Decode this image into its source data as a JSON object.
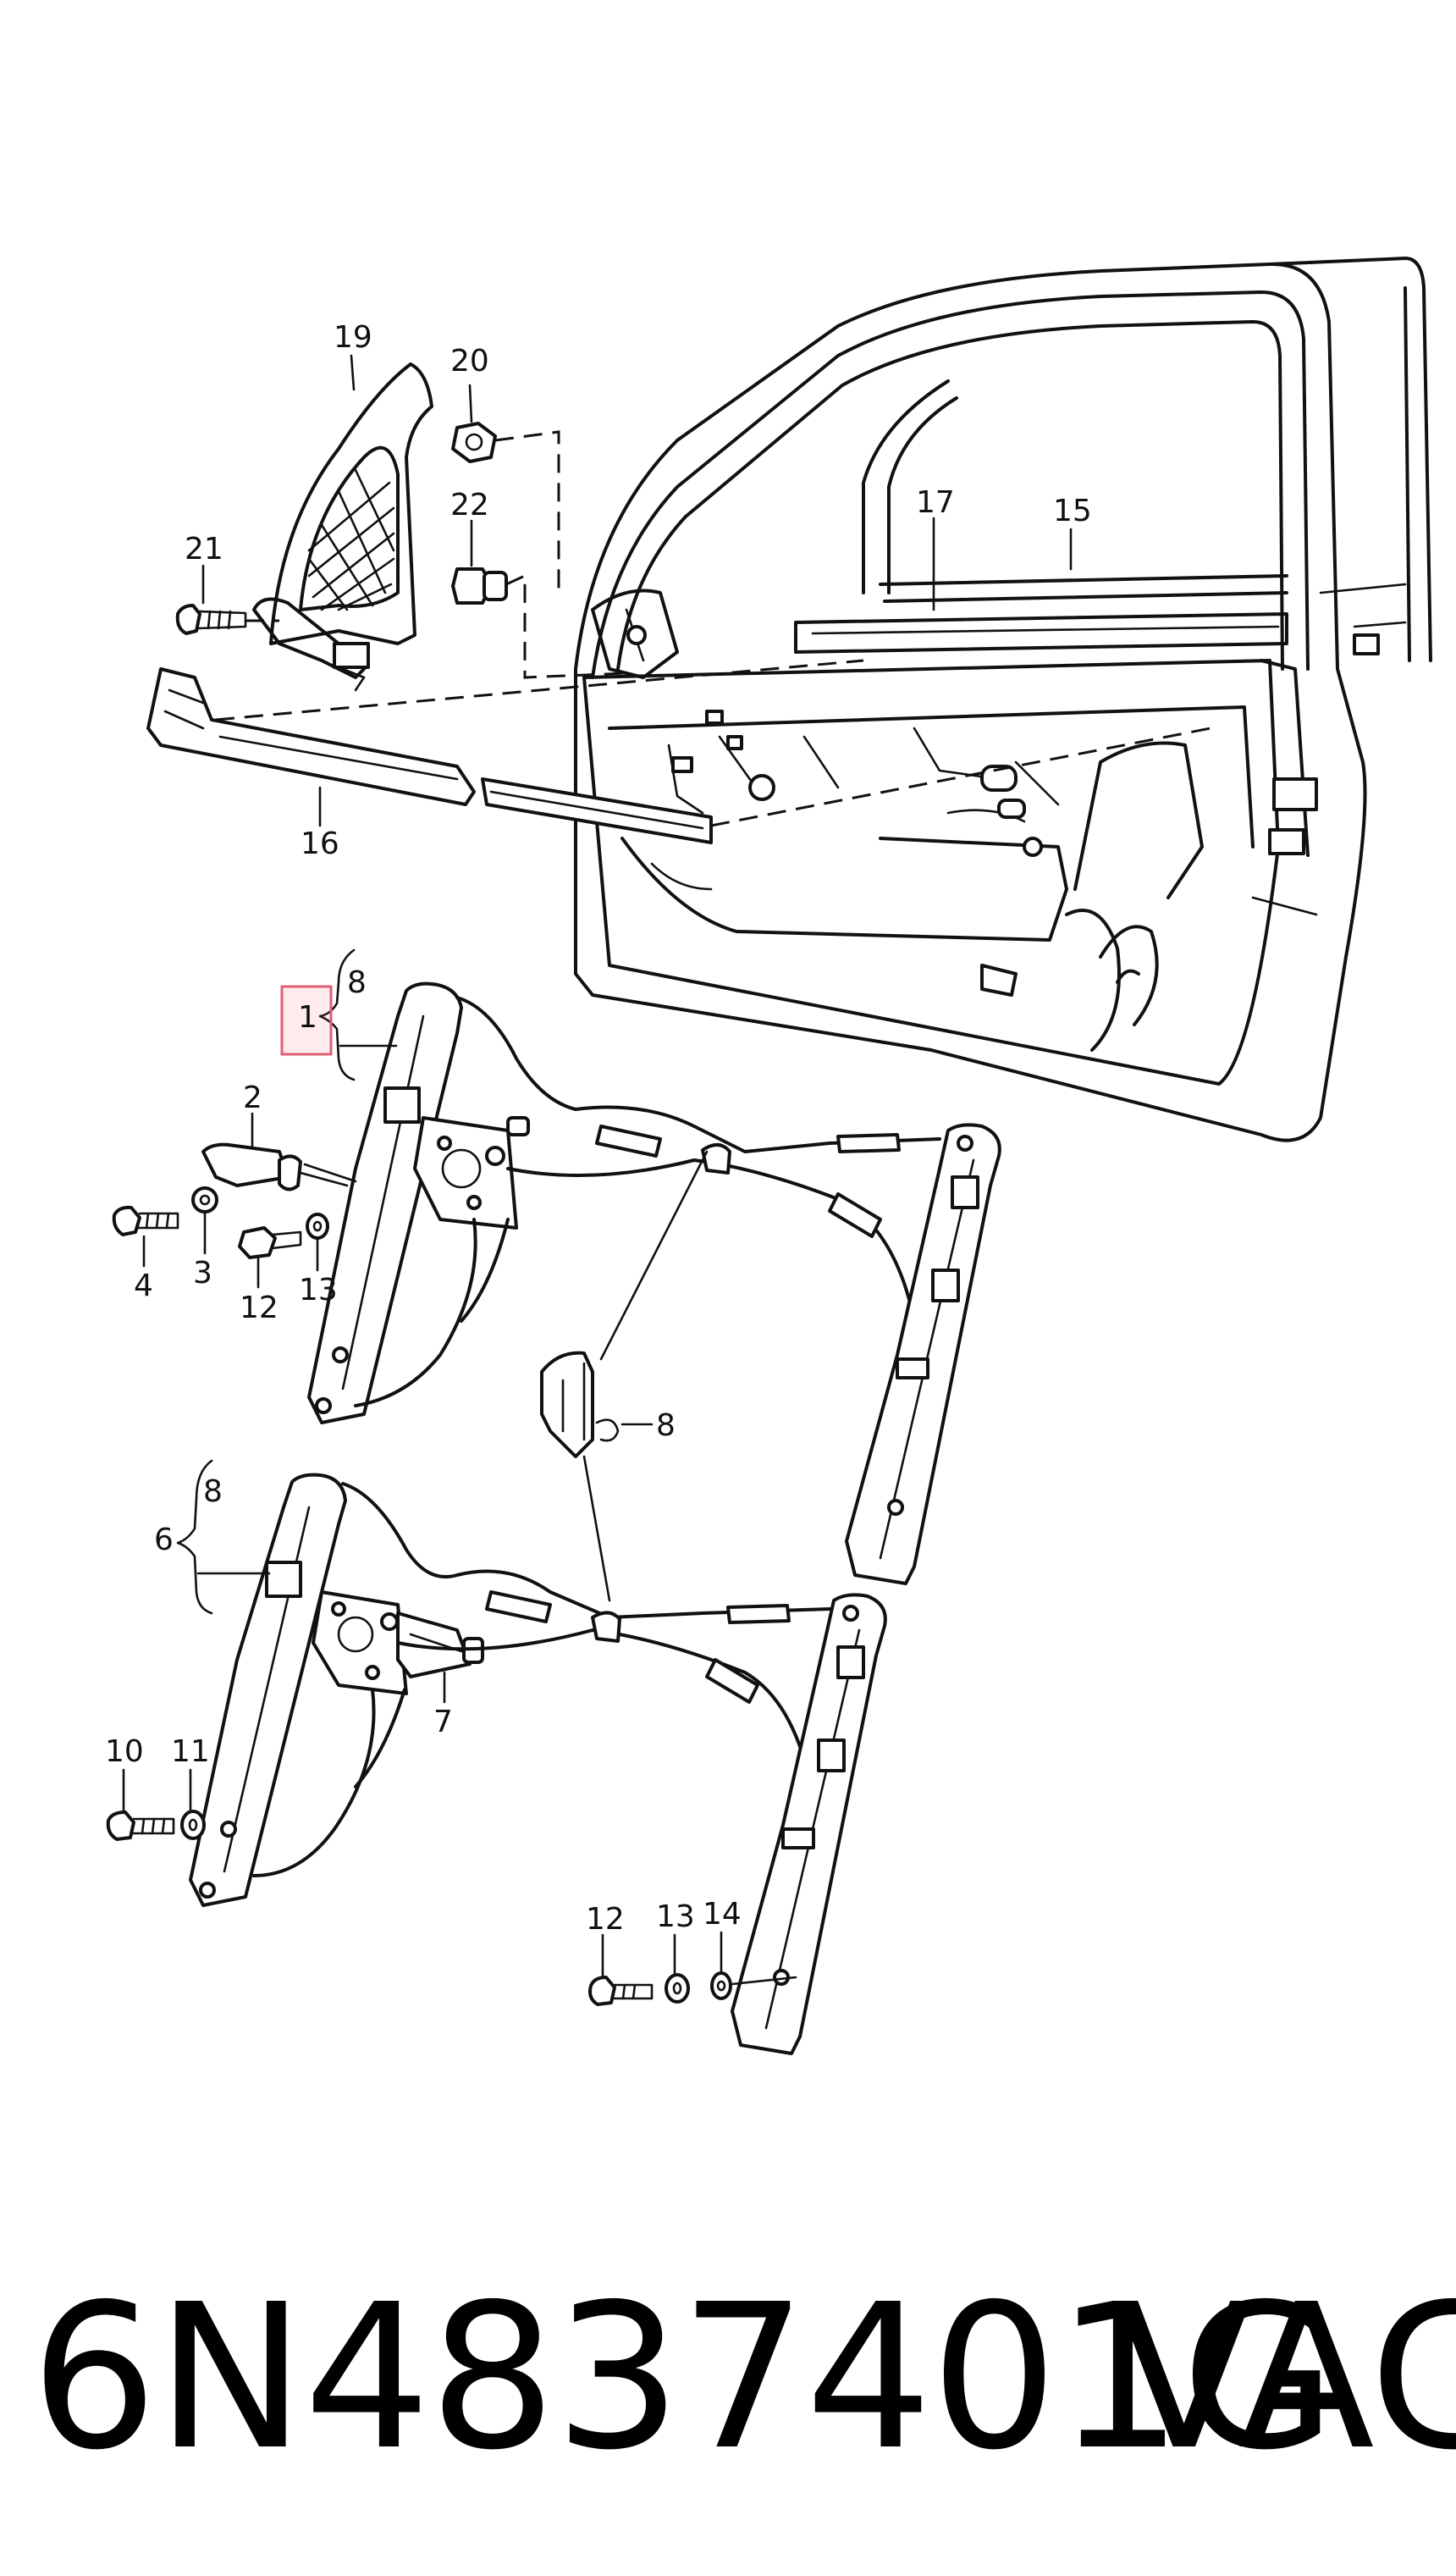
{
  "footer": {
    "part_number": "6N4837401G",
    "brand": "VAG"
  },
  "highlight_color": "#e06070",
  "callouts": [
    {
      "id": "c19",
      "text": "19"
    },
    {
      "id": "c20",
      "text": "20"
    },
    {
      "id": "c22",
      "text": "22"
    },
    {
      "id": "c21",
      "text": "21"
    },
    {
      "id": "c17",
      "text": "17"
    },
    {
      "id": "c15",
      "text": "15"
    },
    {
      "id": "c16",
      "text": "16"
    },
    {
      "id": "c1",
      "text": "1"
    },
    {
      "id": "c8a",
      "text": "8"
    },
    {
      "id": "c2",
      "text": "2"
    },
    {
      "id": "c4a",
      "text": "4"
    },
    {
      "id": "c3",
      "text": "3"
    },
    {
      "id": "c12a",
      "text": "12"
    },
    {
      "id": "c13a",
      "text": "13"
    },
    {
      "id": "c8b",
      "text": "8"
    },
    {
      "id": "c6",
      "text": "6"
    },
    {
      "id": "c8c",
      "text": "8"
    },
    {
      "id": "c7",
      "text": "7"
    },
    {
      "id": "c10",
      "text": "10"
    },
    {
      "id": "c11",
      "text": "11"
    },
    {
      "id": "c12b",
      "text": "12"
    },
    {
      "id": "c13b",
      "text": "13"
    },
    {
      "id": "c14",
      "text": "14"
    }
  ]
}
